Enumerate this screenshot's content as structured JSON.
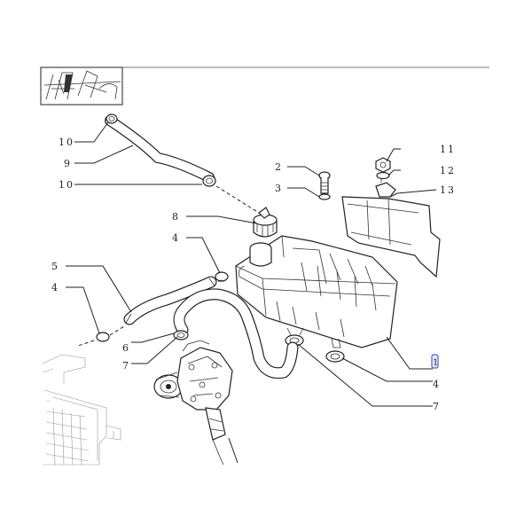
{
  "callouts": {
    "c10a": "10",
    "c9": "9",
    "c10b": "10",
    "c2": "2",
    "c3": "3",
    "c8": "8",
    "c4a": "4",
    "c11": "11",
    "c12": "12",
    "c13": "13",
    "c5": "5",
    "c4b": "4",
    "c6": "6",
    "c7a": "7",
    "c1": "1",
    "c4c": "4",
    "c7b": "7"
  }
}
